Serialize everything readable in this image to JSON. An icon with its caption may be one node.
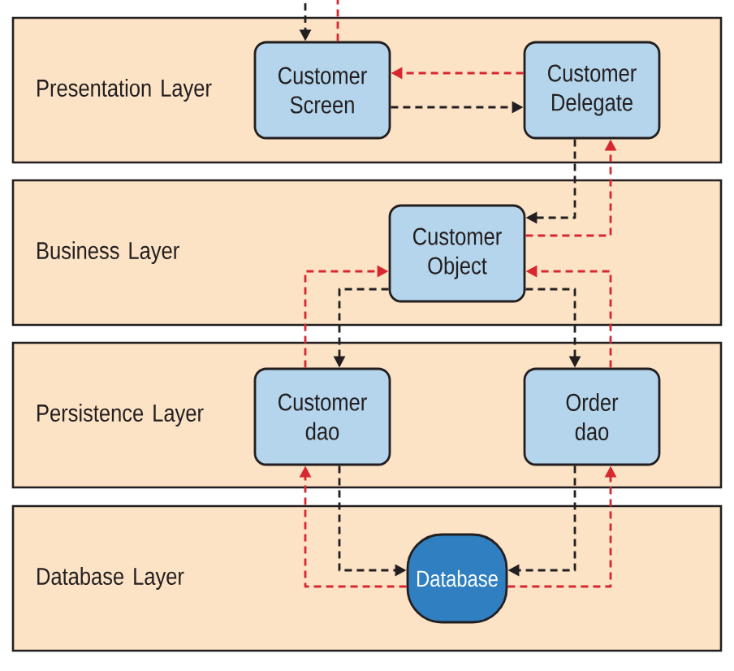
{
  "diagram": {
    "nodes": [
      {
        "text": [
          "Presentation Layer"
        ]
      },
      {
        "text": [
          "Customer Screen"
        ],
        "in": 0
      },
      {
        "text": [
          "Customer Delegate"
        ],
        "in": 0
      },
      {
        "text": [
          "Business Layer"
        ]
      },
      {
        "text": [
          "Customer Object"
        ],
        "in": 3
      },
      {
        "text": [
          "Persistence Layer"
        ]
      },
      {
        "text": [
          "Customer dao"
        ],
        "in": 5
      },
      {
        "text": [
          "Order dao"
        ],
        "in": 5
      },
      {
        "text": [
          "Database Layer"
        ]
      },
      {
        "text": [
          "Database"
        ],
        "in": 8
      }
    ],
    "edges": [
      {
        "from": null,
        "to": 1,
        "arrow": "to",
        "style": "dashed"
      },
      {
        "from": 1,
        "to": 2,
        "arrow": "to",
        "style": "dashed"
      },
      {
        "from": 2,
        "to": 1,
        "arrow": "to",
        "style": "dashed",
        "color": "#d7282f"
      },
      {
        "from": 1,
        "to": null,
        "arrow": "none",
        "style": "dashed",
        "color": "#d7282f"
      },
      {
        "from": 2,
        "to": 4,
        "arrow": "to",
        "style": "dashed"
      },
      {
        "from": 4,
        "to": 2,
        "arrow": "to",
        "style": "dashed",
        "color": "#d7282f"
      },
      {
        "from": 4,
        "to": 6,
        "arrow": "to",
        "style": "dashed"
      },
      {
        "from": 6,
        "to": 4,
        "arrow": "to",
        "style": "dashed",
        "color": "#d7282f"
      },
      {
        "from": 4,
        "to": 7,
        "arrow": "to",
        "style": "dashed"
      },
      {
        "from": 7,
        "to": 4,
        "arrow": "to",
        "style": "dashed",
        "color": "#d7282f"
      },
      {
        "from": 6,
        "to": 9,
        "arrow": "to",
        "style": "dashed"
      },
      {
        "from": 9,
        "to": 6,
        "arrow": "to",
        "style": "dashed",
        "color": "#d7282f"
      },
      {
        "from": 7,
        "to": 9,
        "arrow": "to",
        "style": "dashed"
      },
      {
        "from": 9,
        "to": 7,
        "arrow": "to",
        "style": "dashed",
        "color": "#d7282f"
      }
    ]
  }
}
